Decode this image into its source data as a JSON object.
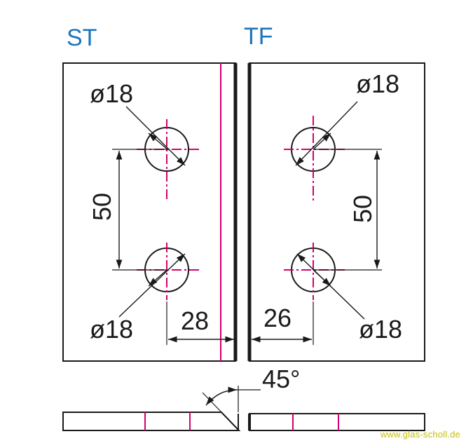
{
  "labels": {
    "left_title": "ST",
    "right_title": "TF"
  },
  "dimensions": {
    "left_top_diameter": "ø18",
    "left_bottom_diameter": "ø18",
    "right_top_diameter": "ø18",
    "right_bottom_diameter": "ø18",
    "left_spacing": "50",
    "right_spacing": "50",
    "left_edge_offset": "28",
    "right_edge_offset": "26",
    "bevel_angle": "45°"
  },
  "watermark": "www.glas-scholl.de",
  "colors": {
    "title": "#1b75bb",
    "line": "#1a1a1a",
    "accent": "#d4006e",
    "watermark": "#c8c000"
  }
}
